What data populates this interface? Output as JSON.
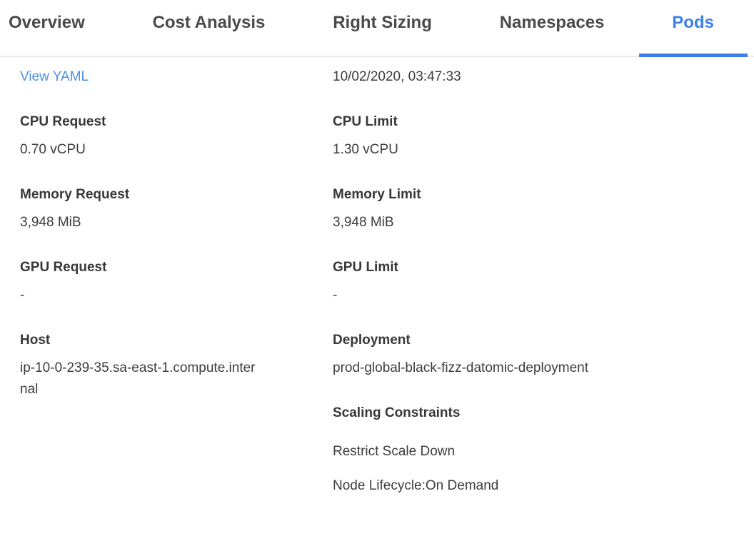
{
  "colors": {
    "accent_active_tab": "#3d7fe8",
    "link": "#4a90e2",
    "text": "#3d3d3d",
    "divider": "#ebebeb"
  },
  "tabs": {
    "items": [
      {
        "label": "Overview",
        "active": false
      },
      {
        "label": "Cost Analysis",
        "active": false
      },
      {
        "label": "Right Sizing",
        "active": false
      },
      {
        "label": "Namespaces",
        "active": false
      },
      {
        "label": "Pods",
        "active": true
      }
    ]
  },
  "details": {
    "view_yaml_label": "View YAML",
    "timestamp": "10/02/2020, 03:47:33",
    "left_fields": [
      {
        "label": "CPU Request",
        "value": "0.70 vCPU"
      },
      {
        "label": "Memory Request",
        "value": "3,948 MiB"
      },
      {
        "label": "GPU Request",
        "value": "-"
      },
      {
        "label": "Host",
        "value": "ip-10-0-239-35.sa-east-1.compute.internal",
        "is_link": true
      }
    ],
    "right_fields": [
      {
        "label": "CPU Limit",
        "value": "1.30 vCPU"
      },
      {
        "label": "Memory Limit",
        "value": "3,948 MiB"
      },
      {
        "label": "GPU Limit",
        "value": "-"
      },
      {
        "label": "Deployment",
        "value": "prod-global-black-fizz-datomic-deployment",
        "is_link": true
      }
    ],
    "scaling_constraints": {
      "label": "Scaling Constraints",
      "items": [
        "Restrict Scale Down",
        "Node Lifecycle:On Demand"
      ]
    }
  }
}
